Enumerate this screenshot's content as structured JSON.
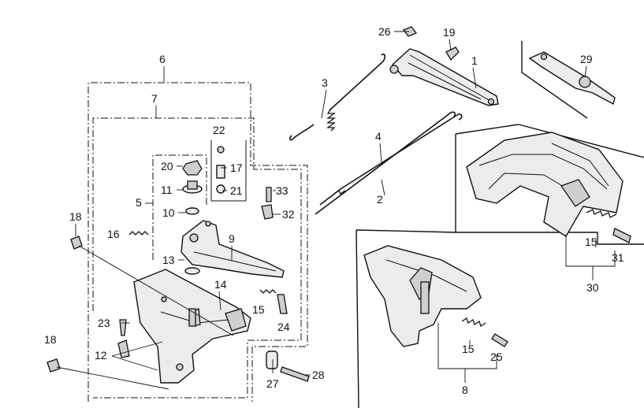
{
  "callouts": {
    "c1": "1",
    "c2": "2",
    "c3": "3",
    "c4": "4",
    "c5": "5",
    "c6": "6",
    "c7": "7",
    "c8": "8",
    "c9": "9",
    "c10": "10",
    "c11": "11",
    "c12": "12",
    "c13": "13",
    "c14": "14",
    "c15a": "15",
    "c15b": "15",
    "c15c": "15",
    "c16": "16",
    "c17": "17",
    "c18a": "18",
    "c18b": "18",
    "c19": "19",
    "c20": "20",
    "c21": "21",
    "c22": "22",
    "c23": "23",
    "c24": "24",
    "c25": "25",
    "c26": "26",
    "c27": "27",
    "c28": "28",
    "c29": "29",
    "c30": "30",
    "c31": "31",
    "c32": "32",
    "c33": "33"
  },
  "colors": {
    "ink": "#111111",
    "part_fill": "#ececec",
    "background": "#ffffff"
  }
}
